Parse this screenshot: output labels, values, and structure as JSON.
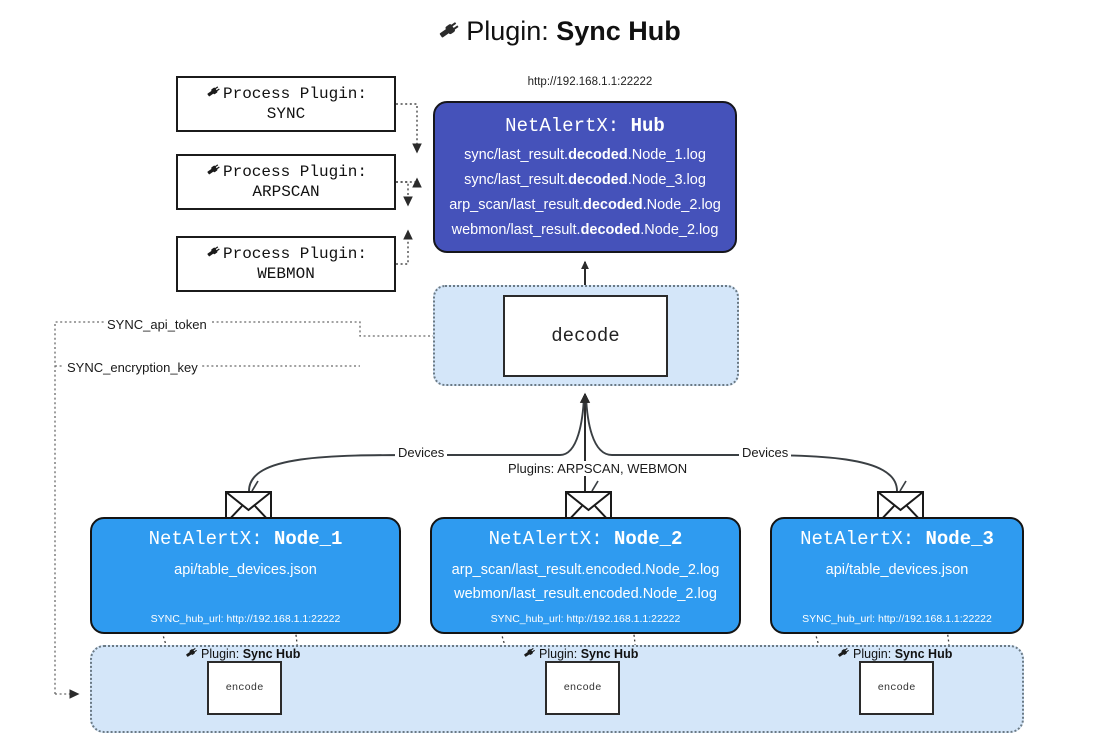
{
  "title": {
    "icon": "plug-icon",
    "prefix": "Plugin: ",
    "name": "Sync Hub"
  },
  "hub": {
    "url": "http://192.168.1.1:22222",
    "title_prefix": "NetAlertX: ",
    "title_name": "Hub",
    "log_lines": [
      {
        "pre": "sync/last_result.",
        "mid": "decoded",
        "post": ".Node_1.log"
      },
      {
        "pre": "sync/last_result.",
        "mid": "decoded",
        "post": ".Node_3.log"
      },
      {
        "pre": "arp_scan/last_result.",
        "mid": "decoded",
        "post": ".Node_2.log"
      },
      {
        "pre": "webmon/last_result.",
        "mid": "decoded",
        "post": ".Node_2.log"
      }
    ]
  },
  "process_plugins": [
    {
      "icon": "plug-icon",
      "line1": "Process Plugin:",
      "line2": "SYNC"
    },
    {
      "icon": "plug-icon",
      "line1": "Process Plugin:",
      "line2": "ARPSCAN"
    },
    {
      "icon": "plug-icon",
      "line1": "Process Plugin:",
      "line2": "WEBMON"
    }
  ],
  "decode": {
    "label": "decode"
  },
  "wire_labels": {
    "api_token": "SYNC_api_token",
    "encryption_key": "SYNC_encryption_key",
    "devices_left": "Devices",
    "devices_right": "Devices",
    "plugins_middle": "Plugins: ARPSCAN, WEBMON"
  },
  "nodes": [
    {
      "title_prefix": "NetAlertX: ",
      "title_name": "Node_1",
      "lines": [
        "api/table_devices.json"
      ],
      "footer": "SYNC_hub_url: http://192.168.1.1:22222",
      "envelope_icon": "envelope-icon"
    },
    {
      "title_prefix": "NetAlertX: ",
      "title_name": "Node_2",
      "lines": [
        "arp_scan/last_result.encoded.Node_2.log",
        "webmon/last_result.encoded.Node_2.log"
      ],
      "footer": "SYNC_hub_url: http://192.168.1.1:22222",
      "envelope_icon": "envelope-icon"
    },
    {
      "title_prefix": "NetAlertX: ",
      "title_name": "Node_3",
      "lines": [
        "api/table_devices.json"
      ],
      "footer": "SYNC_hub_url: http://192.168.1.1:22222",
      "envelope_icon": "envelope-icon"
    }
  ],
  "encoders": [
    {
      "icon": "plug-icon",
      "label_prefix": "Plugin: ",
      "label_name": "Sync Hub",
      "box_label": "encode"
    },
    {
      "icon": "plug-icon",
      "label_prefix": "Plugin: ",
      "label_name": "Sync Hub",
      "box_label": "encode"
    },
    {
      "icon": "plug-icon",
      "label_prefix": "Plugin: ",
      "label_name": "Sync Hub",
      "box_label": "encode"
    }
  ],
  "colors": {
    "hub_fill": "#4552ba",
    "node_fill": "#2f9bf0",
    "zone_fill": "#d4e6f9",
    "stroke": "#141414",
    "background": "#ffffff"
  }
}
